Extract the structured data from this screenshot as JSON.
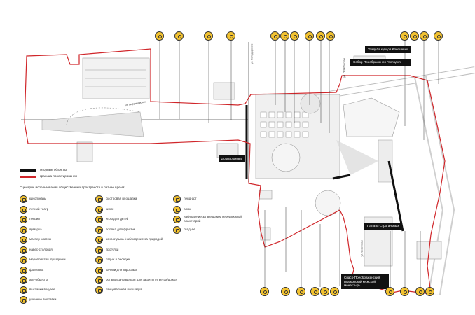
{
  "map_labels": {
    "usadba": "Усадьба купцов Клепцевых",
    "sobor": "Собор Преображения Господня",
    "dom_bryukhova": "Дом Брюхова",
    "palaty": "Палаты Строгановых",
    "monastyr": "Спасо-Преображенский Пыскорский мужской монастырь"
  },
  "streets": {
    "pervomaiskaya": "ул. Первомайская",
    "volodarskogo": "ул. Володарского",
    "oktyabrskaya": "ул. Октябрьская",
    "sovetskaya": "ул. Советская"
  },
  "legend_lines": {
    "support": "опорные объекты",
    "boundary": "граница проектирования"
  },
  "scenario_title": "Сценарии использования общественных пространств в летнее время:",
  "col1": [
    "кинопоказы",
    "летний театр",
    "лекции",
    "ярмарка",
    "мастер-классы",
    "навес-столовая",
    "мероприятия /праздники",
    "фотозона",
    "арт-объекты",
    "выставки в музее",
    "уличные выставки"
  ],
  "col2": [
    "смотровая площадка",
    "киоск",
    "игры для детей",
    "поляна для фрисби",
    "зона отдыха /наблюдение за природой",
    "прогулки",
    "отдых в беседке",
    "качели для взрослых",
    "остановка-павильон для защиты от ветра/дождя",
    "танцевальная площадка"
  ],
  "col3": [
    "ленд-арт",
    "пляж",
    "наблюдение за звездами/ передвижной планетарий",
    "свадьба"
  ],
  "colors": {
    "accent": "#f2c230",
    "boundary": "#d0262a",
    "support": "#111111"
  }
}
